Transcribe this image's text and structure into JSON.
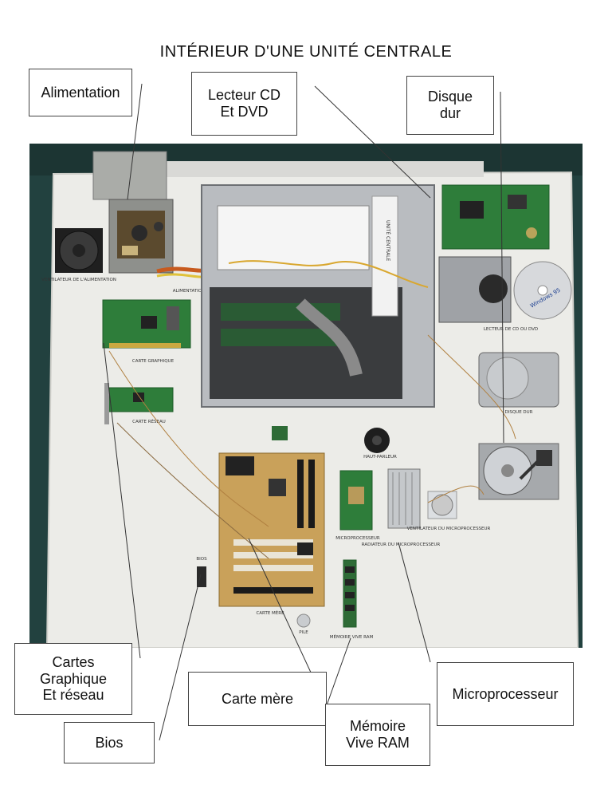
{
  "title": "INTÉRIEUR D'UNE UNITÉ CENTRALE",
  "callouts": {
    "alimentation": "Alimentation",
    "lecteur": "Lecteur CD\nEt DVD",
    "disque": "Disque\ndur",
    "cartes": "Cartes\nGraphique\nEt réseau",
    "carte_mere": "Carte mère",
    "microprocesseur": "Microprocesseur",
    "bios": "Bios",
    "memoire": "Mémoire\nVive RAM"
  },
  "photo_labels": {
    "ventilateur_alim": "VENTILATEUR DE L'ALIMENTATION",
    "alimentation": "ALIMENTATION",
    "carte_graphique": "CARTE GRAPHIQUE",
    "carte_reseau": "CARTE RÉSEAU",
    "unite_centrale": "UNITÉ CENTRALE",
    "lecteur_cd": "LECTEUR DE CD OU DVD",
    "disque_dur": "DISQUE DUR",
    "haut_parleur": "HAUT-PARLEUR",
    "microprocesseur": "MICROPROCESSEUR",
    "radiateur": "RADIATEUR DU MICROPROCESSEUR",
    "ventilateur_micro": "VENTILATEUR DU MICROPROCESSEUR",
    "bios": "BIOS",
    "carte_mere": "CARTE MÈRE",
    "pile": "PILE",
    "memoire": "MÉMOIRE VIVE RAM",
    "cd_logo": "Windows 95"
  },
  "colors": {
    "background_wall": "#22413f",
    "board": "#ecece8",
    "pcb_green": "#2e7d3a",
    "motherboard": "#c9a15a",
    "case_metal": "#b9bcc0"
  }
}
